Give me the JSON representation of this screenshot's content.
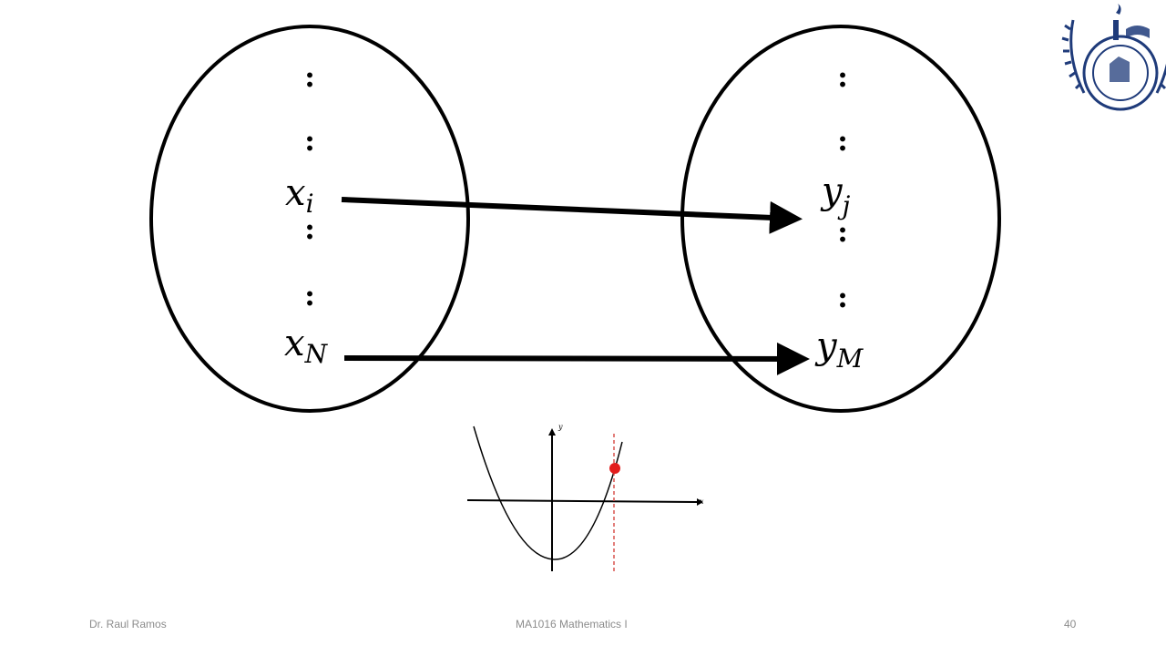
{
  "diagram": {
    "domain_elements": [
      {
        "base": "x",
        "sub": "i"
      },
      {
        "base": "x",
        "sub": "N"
      }
    ],
    "codomain_elements": [
      {
        "base": "y",
        "sub": "j"
      },
      {
        "base": "y",
        "sub": "M"
      }
    ],
    "ellipsis": ":"
  },
  "graph": {
    "x_label": "x",
    "y_label": "y"
  },
  "footer": {
    "author": "Dr. Raul Ramos",
    "course": "MA1016 Mathematics I",
    "page": "40"
  },
  "colors": {
    "stroke": "#000000",
    "marker": "#e31c1c",
    "guide": "#d9534f",
    "logo": "#1f3b7a",
    "footer_text": "#8c8c8c"
  }
}
